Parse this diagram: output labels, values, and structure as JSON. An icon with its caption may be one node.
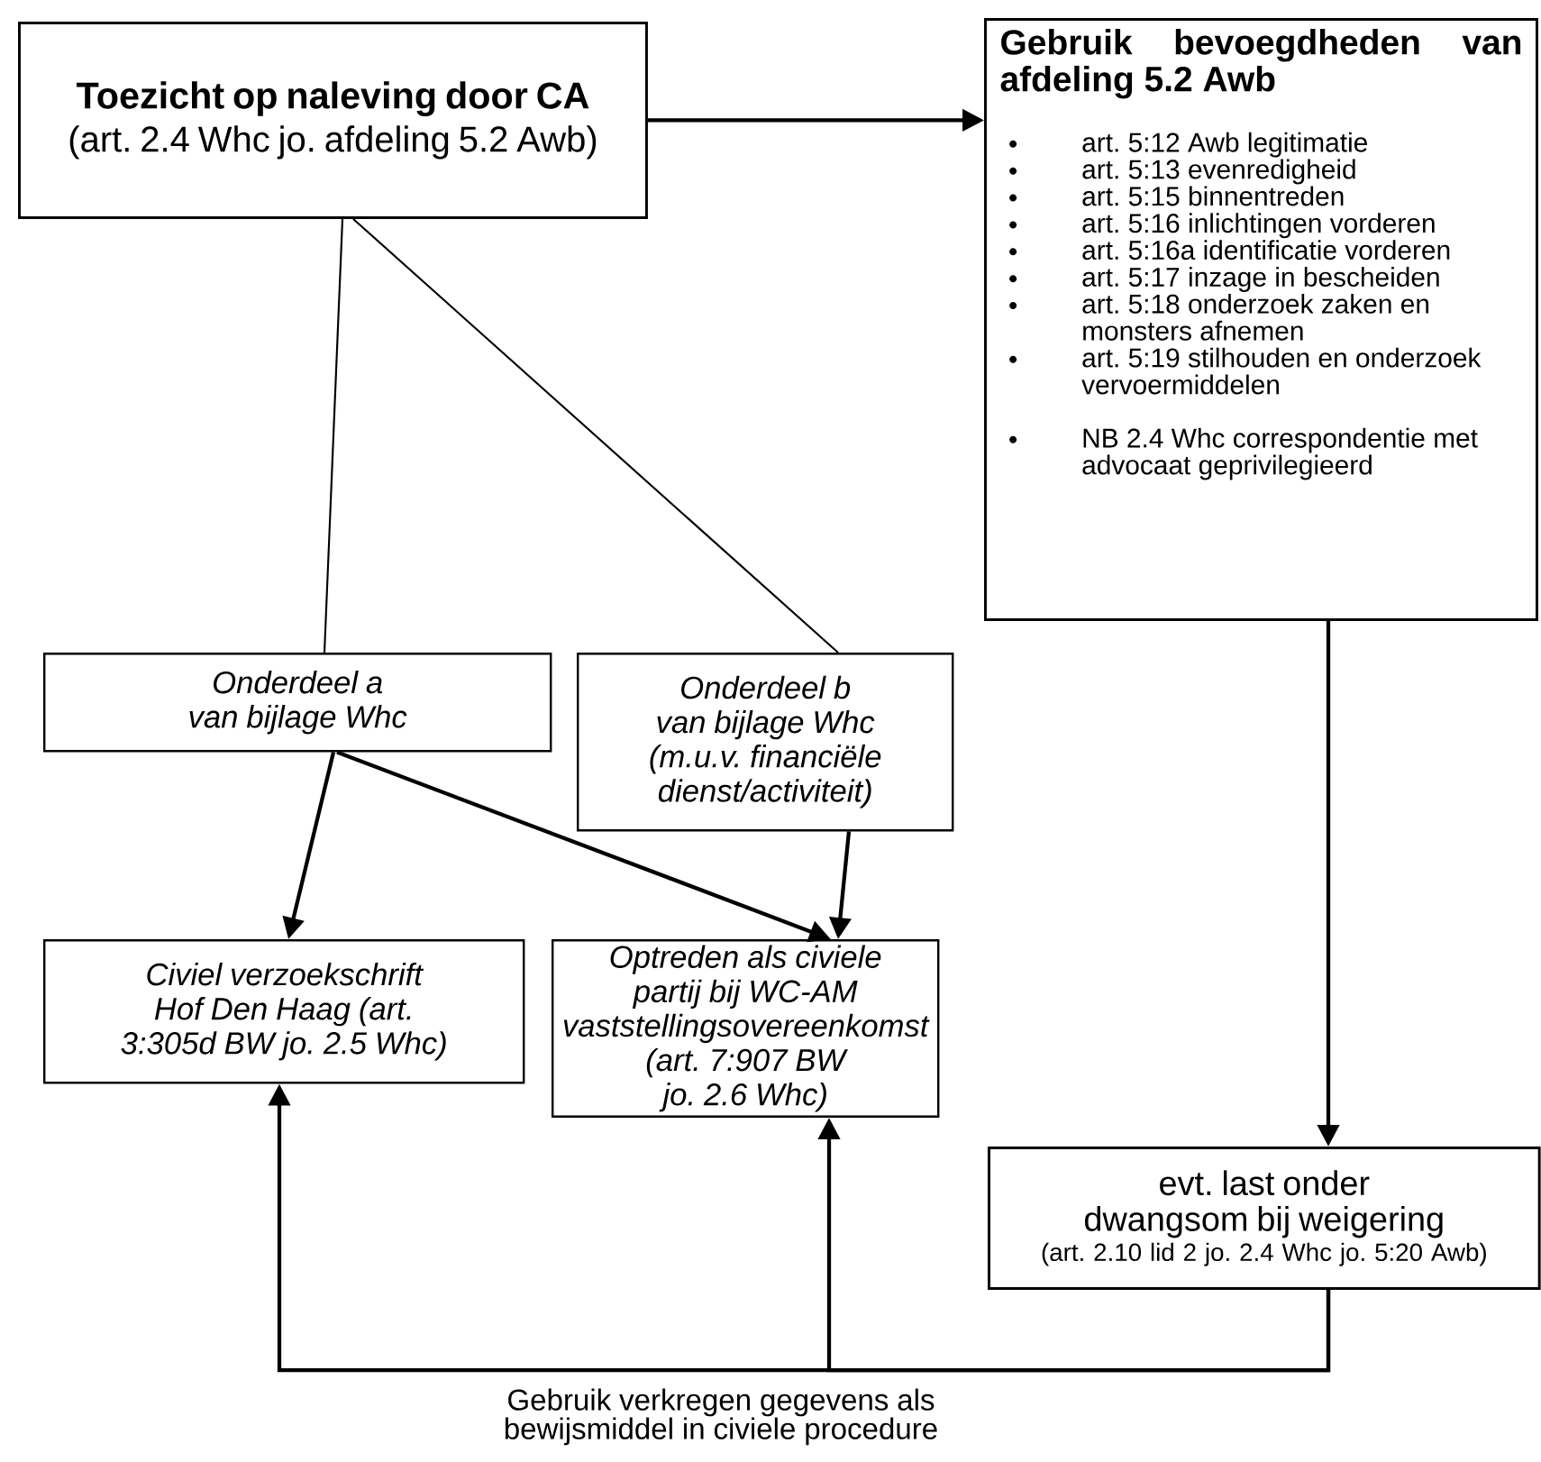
{
  "diagram": {
    "nodes": [
      {
        "text": [
          "Toezicht op naleving door CA",
          "(art. 2.4 Whc jo. afdeling 5.2 Awb)"
        ]
      },
      {
        "text": [
          "Gebruik bevoegdheden van afdeling 5.2 Awb",
          "art. 5:12 Awb legitimatie",
          "art. 5:13 evenredigheid",
          "art. 5:15 binnentreden",
          "art. 5:16 inlichtingen vorderen",
          "art. 5:16a identificatie vorderen",
          "art. 5:17 inzage in bescheiden",
          "art. 5:18 onderzoek zaken en monsters afnemen",
          "art. 5:19 stilhouden en onderzoek vervoermiddelen",
          "NB 2.4 Whc correspondentie met advocaat geprivilegieerd"
        ]
      },
      {
        "text": [
          "Onderdeel a van bijlage Whc"
        ]
      },
      {
        "text": [
          "Onderdeel b van bijlage Whc (m.u.v. financiële dienst/activiteit)"
        ]
      },
      {
        "text": [
          "Civiel verzoekschrift Hof Den Haag (art. 3:305d BW jo. 2.5 Whc)"
        ]
      },
      {
        "text": [
          "Optreden als civiele partij bij WC-AM vaststellingsovereenkomst (art. 7:907 BW jo. 2.6 Whc)"
        ]
      },
      {
        "text": [
          "evt. last onder dwangsom bij weigering",
          "(art. 2.10 lid 2  jo. 2.4 Whc jo. 5:20 Awb)"
        ]
      }
    ],
    "edges": [
      {
        "from": 0,
        "to": 1,
        "arrow": "to"
      },
      {
        "from": 0,
        "to": 2,
        "arrow": "none"
      },
      {
        "from": 0,
        "to": 3,
        "arrow": "none"
      },
      {
        "from": 2,
        "to": 4,
        "arrow": "to"
      },
      {
        "from": 2,
        "to": 5,
        "arrow": "to"
      },
      {
        "from": 3,
        "to": 5,
        "arrow": "to"
      },
      {
        "from": 1,
        "to": 6,
        "arrow": "to"
      },
      {
        "from": 6,
        "to": 4,
        "arrow": "to"
      },
      {
        "from": 6,
        "to": 5,
        "arrow": "to"
      }
    ],
    "labels": [
      "Gebruik verkregen gegevens als bewijsmiddel in civiele procedure"
    ]
  }
}
